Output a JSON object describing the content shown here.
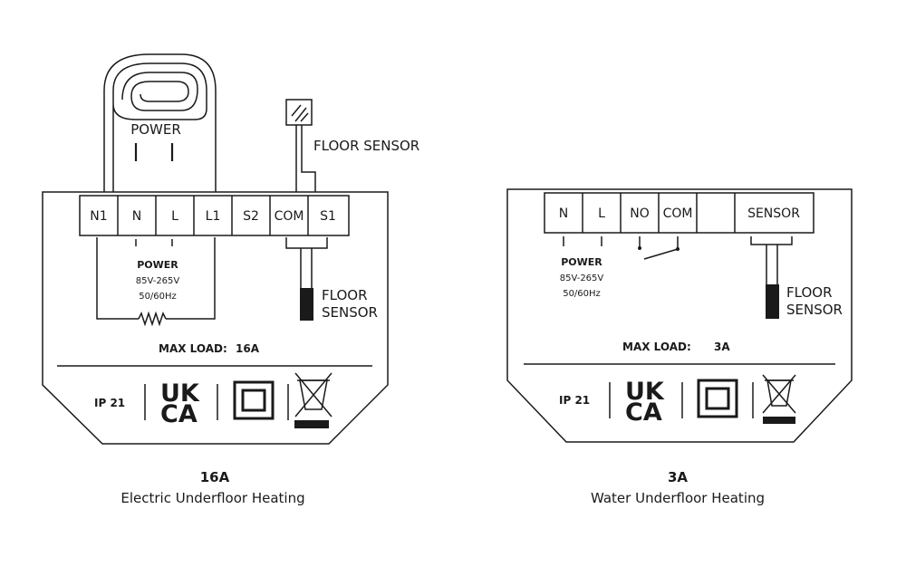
{
  "left": {
    "power_label": "POWER",
    "floor_sensor_label": "FLOOR SENSOR",
    "terminals": [
      "N1",
      "N",
      "L",
      "L1",
      "S2",
      "COM",
      "S1"
    ],
    "inner_power": "POWER",
    "inner_voltage": "85V-265V",
    "inner_freq": "50/60Hz",
    "sensor_line1": "FLOOR",
    "sensor_line2": "SENSOR",
    "max_load_label": "MAX LOAD:",
    "max_load_value": "16A",
    "ip_rating": "IP 21",
    "ukca_line1": "UK",
    "ukca_line2": "CA",
    "caption_title": "16A",
    "caption_sub": "Electric Underfloor Heating"
  },
  "right": {
    "terminals": [
      "N",
      "L",
      "NO",
      "COM",
      "",
      "SENSOR"
    ],
    "inner_power": "POWER",
    "inner_voltage": "85V-265V",
    "inner_freq": "50/60Hz",
    "sensor_line1": "FLOOR",
    "sensor_line2": "SENSOR",
    "max_load_label": "MAX LOAD:",
    "max_load_value": "3A",
    "ip_rating": "IP 21",
    "ukca_line1": "UK",
    "ukca_line2": "CA",
    "caption_title": "3A",
    "caption_sub": "Water Underfloor Heating"
  }
}
